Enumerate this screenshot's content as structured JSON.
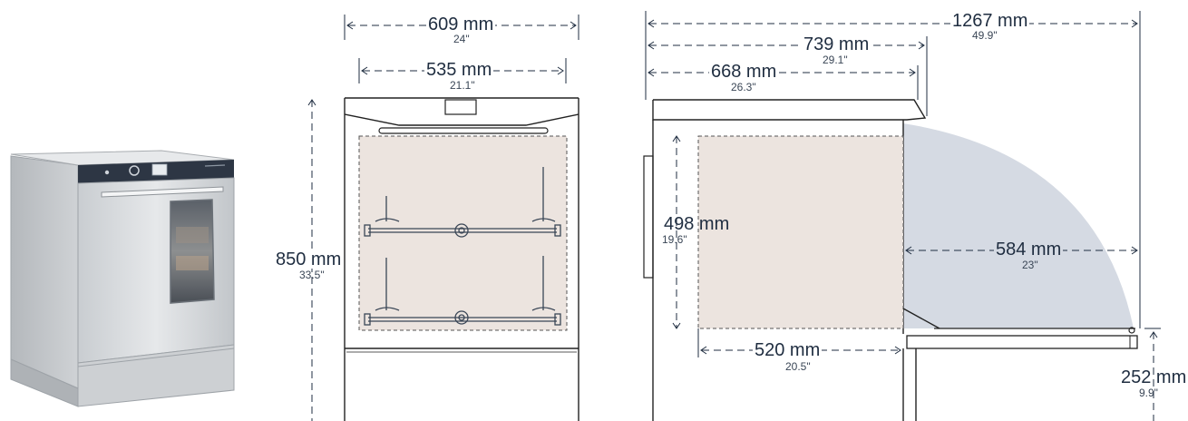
{
  "colors": {
    "line": "#222222",
    "dimension_line": "#1f2d40",
    "interior_fill": "#ece4df",
    "door_swing_fill": "#d5dae3",
    "panel_dark": "#2d3644",
    "steel_light": "#d9dcdf",
    "steel_mid": "#b8bcc0"
  },
  "product": {
    "icon": "dishwasher-photo"
  },
  "dimensions": {
    "front_width_outer": {
      "mm": "609 mm",
      "inch": "24\""
    },
    "front_width_inner": {
      "mm": "535 mm",
      "inch": "21.1\""
    },
    "height_total": {
      "mm": "850 mm",
      "inch": "33.5\""
    },
    "depth_door_open": {
      "mm": "1267 mm",
      "inch": "49.9\""
    },
    "depth_top": {
      "mm": "739 mm",
      "inch": "29.1\""
    },
    "depth_body": {
      "mm": "668 mm",
      "inch": "26.3\""
    },
    "chamber_height": {
      "mm": "498 mm",
      "inch": "19.6\""
    },
    "chamber_depth": {
      "mm": "520 mm",
      "inch": "20.5\""
    },
    "door_swing": {
      "mm": "584 mm",
      "inch": "23\""
    },
    "door_height": {
      "mm": "252 mm",
      "inch": "9.9\""
    }
  }
}
